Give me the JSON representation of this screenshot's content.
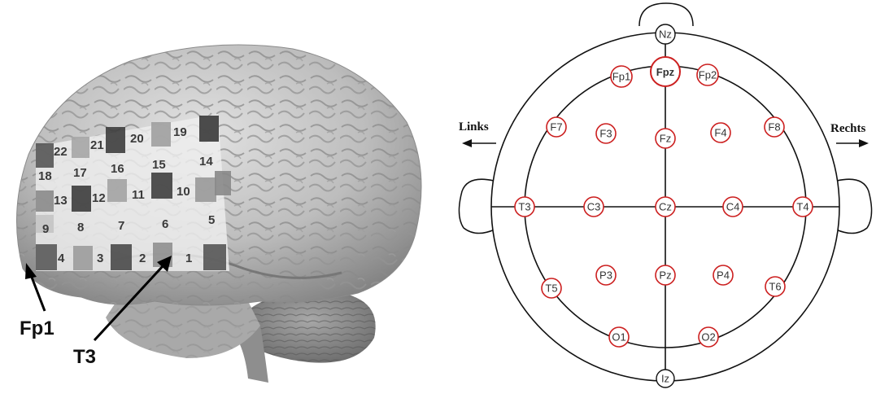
{
  "brain_figure": {
    "grid_numbers": [
      "1",
      "2",
      "3",
      "4",
      "5",
      "6",
      "7",
      "8",
      "9",
      "10",
      "11",
      "12",
      "13",
      "14",
      "15",
      "16",
      "17",
      "18",
      "19",
      "20",
      "21",
      "22"
    ],
    "callouts": {
      "fp1": "Fp1",
      "t3": "T3"
    }
  },
  "eeg_map": {
    "direction_left": "Links",
    "direction_right": "Rechts",
    "electrodes": {
      "nz": "Nz",
      "fpz": "Fpz",
      "fp1": "Fp1",
      "fp2": "Fp2",
      "f7": "F7",
      "f3": "F3",
      "fz": "Fz",
      "f4": "F4",
      "f8": "F8",
      "t3": "T3",
      "c3": "C3",
      "cz": "Cz",
      "c4": "C4",
      "t4": "T4",
      "t5": "T5",
      "p3": "P3",
      "pz": "Pz",
      "p4": "P4",
      "t6": "T6",
      "o1": "O1",
      "o2": "O2",
      "iz": "Iz"
    },
    "colors": {
      "electrode_ring": "#cc1f1f",
      "outline": "#111111",
      "brain_shade": "#9a9a9a"
    }
  }
}
